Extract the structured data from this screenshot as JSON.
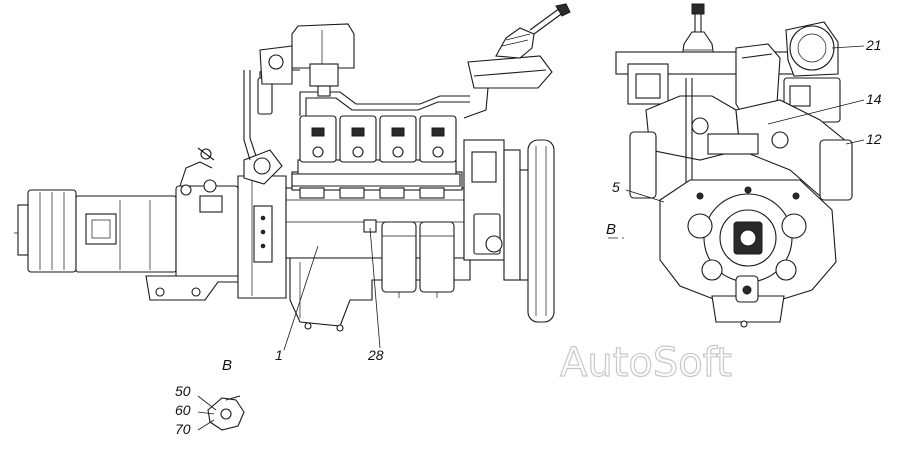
{
  "callouts": {
    "c1": "1",
    "c28": "28",
    "c5": "5",
    "c12": "12",
    "c14": "14",
    "c21": "21",
    "c50": "50",
    "c60": "60",
    "c70": "70"
  },
  "view_labels": {
    "section_b": "B",
    "detail_b": "B"
  },
  "watermark": "AutoSoft"
}
